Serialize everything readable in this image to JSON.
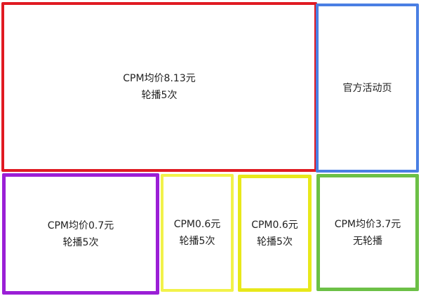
{
  "slots": {
    "main": {
      "line1": "CPM均价8.13元",
      "line2": "轮播5次",
      "border_color": "#e01a22"
    },
    "side": {
      "line1": "官方活动页",
      "border_color": "#4a7fe3"
    },
    "bottom1": {
      "line1": "CPM均价0.7元",
      "line2": "轮播5次",
      "border_color": "#9b1fd6"
    },
    "bottom2": {
      "line1": "CPM0.6元",
      "line2": "轮播5次",
      "border_color": "#f2f24a"
    },
    "bottom3": {
      "line1": "CPM0.6元",
      "line2": "轮播5次",
      "border_color": "#e8e81a"
    },
    "bottom4": {
      "line1": "CPM均价3.7元",
      "line2": "无轮播",
      "border_color": "#6cc046"
    }
  }
}
